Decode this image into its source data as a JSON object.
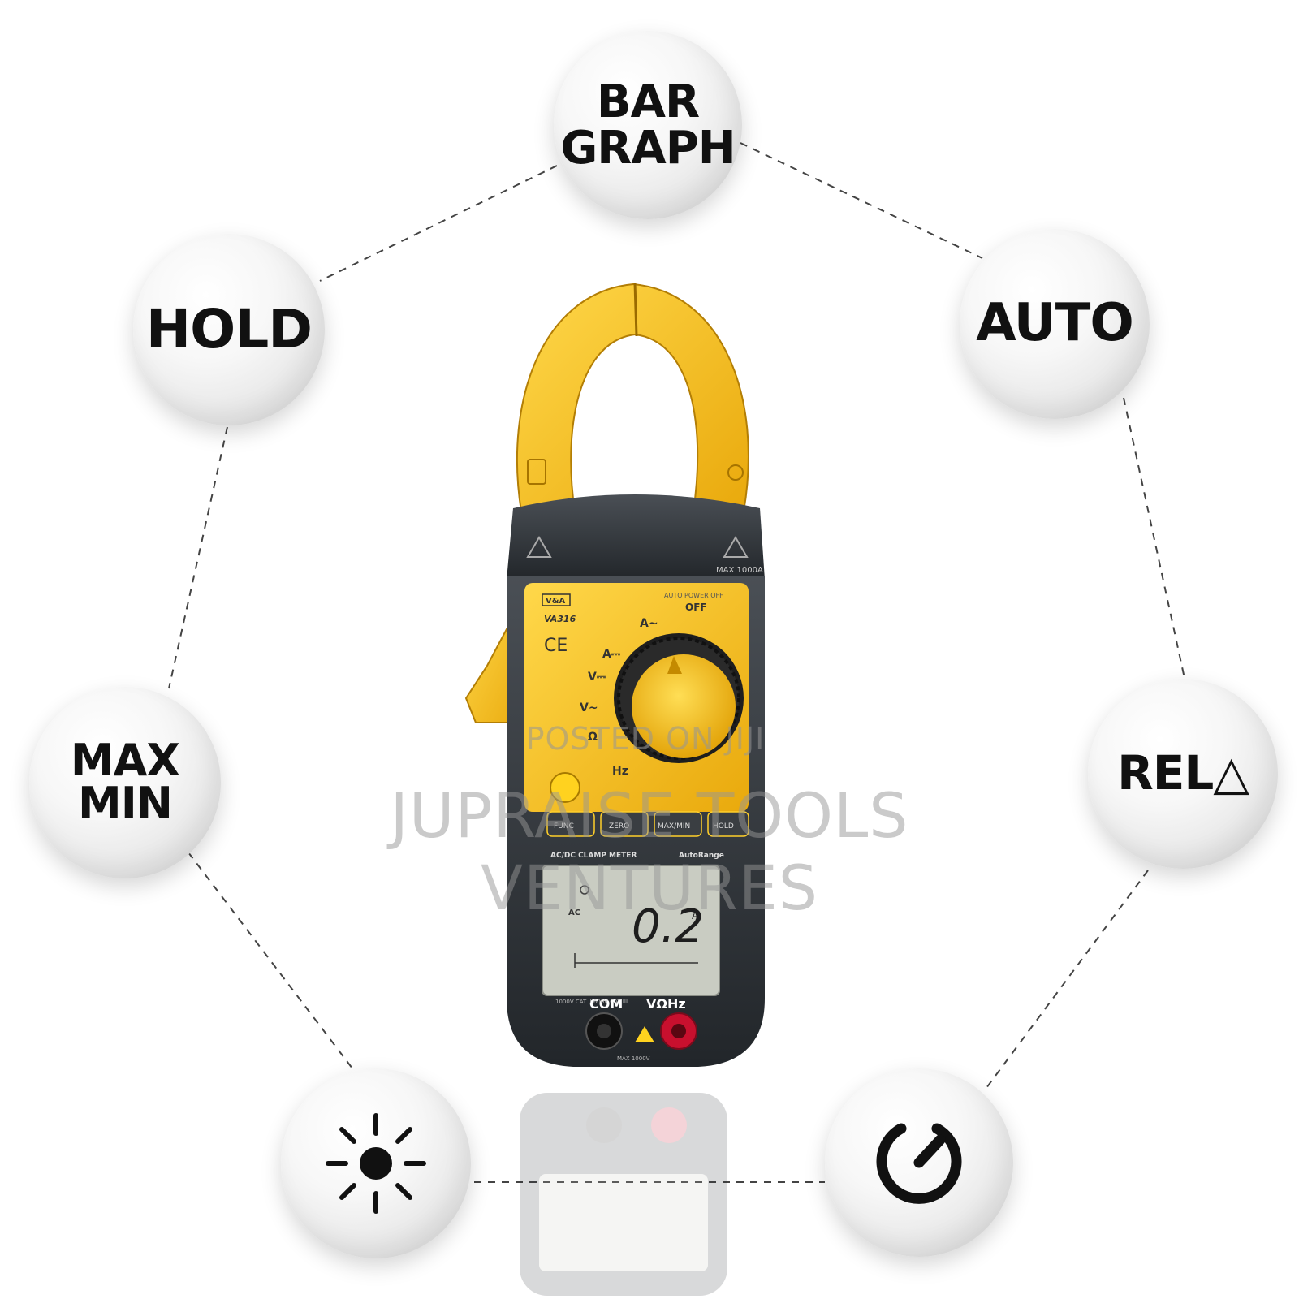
{
  "features": {
    "bar_graph": "BAR\nGRAPH",
    "hold": "HOLD",
    "auto": "AUTO",
    "max_min": "MAX\nMIN",
    "rel": "REL△",
    "backlight_icon": "sun-icon",
    "power_icon": "power-icon"
  },
  "meter": {
    "brand": "V&A",
    "model": "VA316",
    "ce_mark": "CE",
    "auto_power_off": "AUTO POWER OFF",
    "off_label": "OFF",
    "max_rating": "MAX 1000A",
    "dial_labels": [
      "A~",
      "A⎓",
      "V⎓",
      "V~",
      "Ω",
      "Hz"
    ],
    "buttons": [
      "FUNC",
      "ZERO",
      "MAX/MIN",
      "HOLD"
    ],
    "display_header": "AC/DC CLAMP METER",
    "display_autorange": "AutoRange",
    "reading": "0.2",
    "reading_unit": "A",
    "mode_ac": "AC",
    "port_com": "COM",
    "port_v": "VΩHz",
    "port_rating": "MAX 1000V",
    "cat_rating": "1000V CAT II 600V CAT III"
  },
  "watermark": {
    "small": "POSTED ON JIJI",
    "big": "JUPRAISE TOOLS VENTURES"
  },
  "colors": {
    "meter_yellow": "#f6c21a",
    "meter_black": "#2e3236",
    "lcd": "#c9ccc2",
    "red_port": "#c8102e"
  }
}
